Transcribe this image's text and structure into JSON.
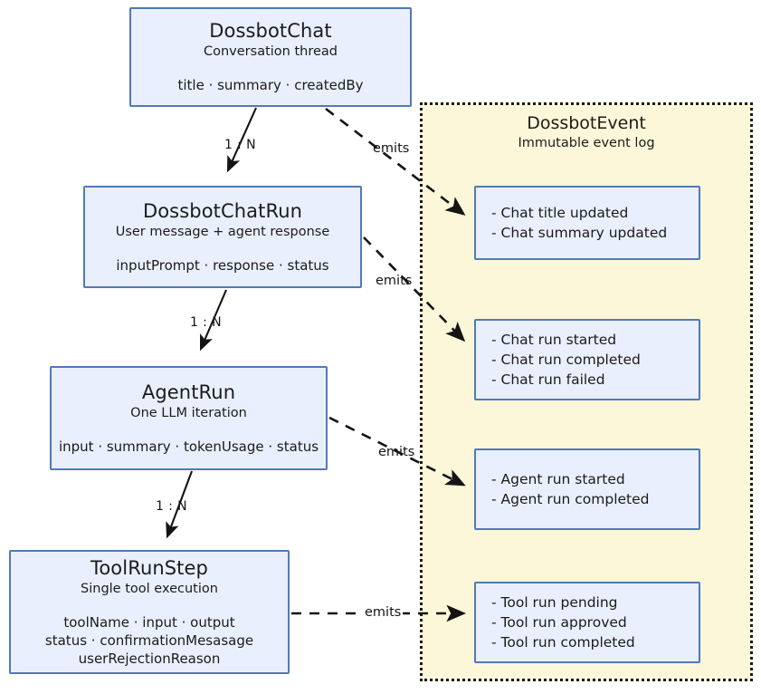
{
  "diagram": {
    "entities": [
      {
        "id": "dossbot-chat",
        "title": "DossbotChat",
        "subtitle": "Conversation thread",
        "fields": [
          "title · summary · createdBy"
        ]
      },
      {
        "id": "dossbot-chat-run",
        "title": "DossbotChatRun",
        "subtitle": "User message + agent response",
        "fields": [
          "inputPrompt · response · status"
        ]
      },
      {
        "id": "agent-run",
        "title": "AgentRun",
        "subtitle": "One LLM iteration",
        "fields": [
          "input · summary · tokenUsage · status"
        ]
      },
      {
        "id": "tool-run-step",
        "title": "ToolRunStep",
        "subtitle": "Single tool execution",
        "fields": [
          "toolName · input · output",
          "status · confirmationMesasage",
          "userRejectionReason"
        ]
      }
    ],
    "event_group": {
      "title": "DossbotEvent",
      "subtitle": "Immutable event log",
      "boxes": [
        {
          "id": "chat-events",
          "lines": [
            "- Chat title updated",
            "- Chat summary updated"
          ]
        },
        {
          "id": "chat-run-events",
          "lines": [
            "- Chat run started",
            "- Chat run completed",
            "- Chat run failed"
          ]
        },
        {
          "id": "agent-run-events",
          "lines": [
            "- Agent run started",
            "- Agent run completed"
          ]
        },
        {
          "id": "tool-run-events",
          "lines": [
            "- Tool run pending",
            "- Tool run approved",
            "- Tool run completed"
          ]
        }
      ]
    },
    "edge_labels": {
      "cardinality_1": "1 : N",
      "cardinality_2": "1 : N",
      "cardinality_3": "1 : N",
      "emits_1": "emits",
      "emits_2": "emits",
      "emits_3": "emits",
      "emits_4": "emits"
    },
    "colors": {
      "node_fill": "#eaefFD",
      "node_border": "#5179b8",
      "group_fill": "#fdf7d9",
      "group_border": "#1a1a1a",
      "text": "#1b1b1b",
      "edge": "#1a1a1a"
    }
  }
}
